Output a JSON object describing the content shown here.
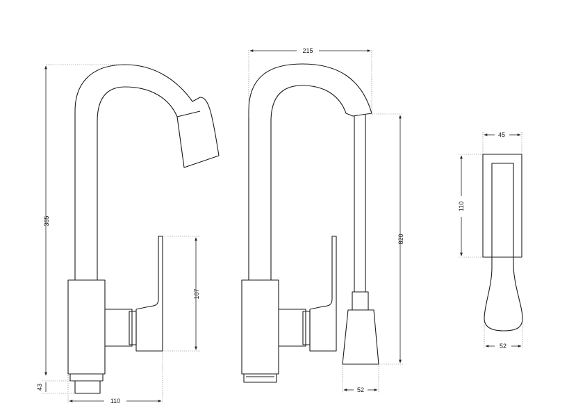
{
  "views": {
    "side": {
      "height_total": "385",
      "base_height": "43",
      "base_width": "110",
      "lever_height": "107"
    },
    "front": {
      "spout_reach": "215",
      "hose_length": "820",
      "head_width": "52"
    },
    "handle": {
      "width": "45",
      "height": "110",
      "tip_width": "52"
    }
  },
  "colors": {
    "line": "#1a1a1a",
    "background": "#ffffff"
  }
}
